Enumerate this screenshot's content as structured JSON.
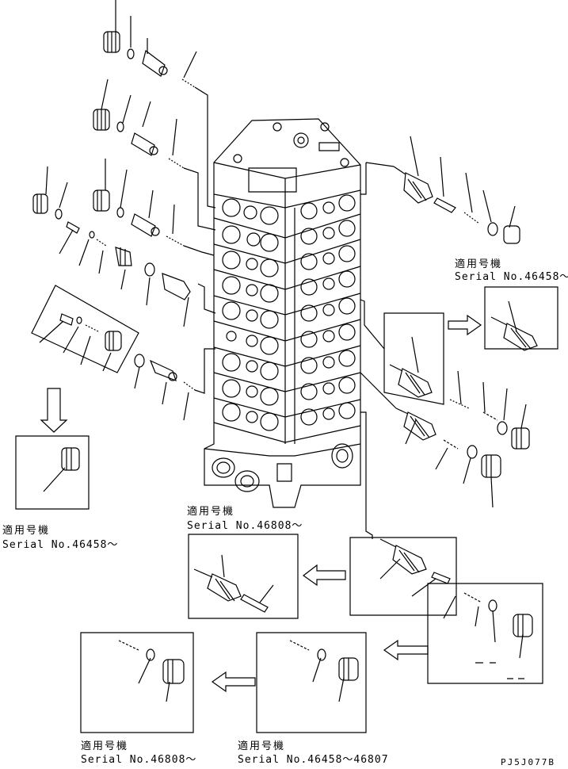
{
  "applicability_label": "適用号機",
  "serials": {
    "right_upper": "Serial No.46458～",
    "left_lower": "Serial No.46458～",
    "center": "Serial No.46808～",
    "bottom_left": "Serial No.46808～",
    "bottom_mid": "Serial No.46458～46807"
  },
  "drawing_code": "PJ5J077B",
  "colors": {
    "ink": "#000000",
    "paper": "#ffffff"
  }
}
